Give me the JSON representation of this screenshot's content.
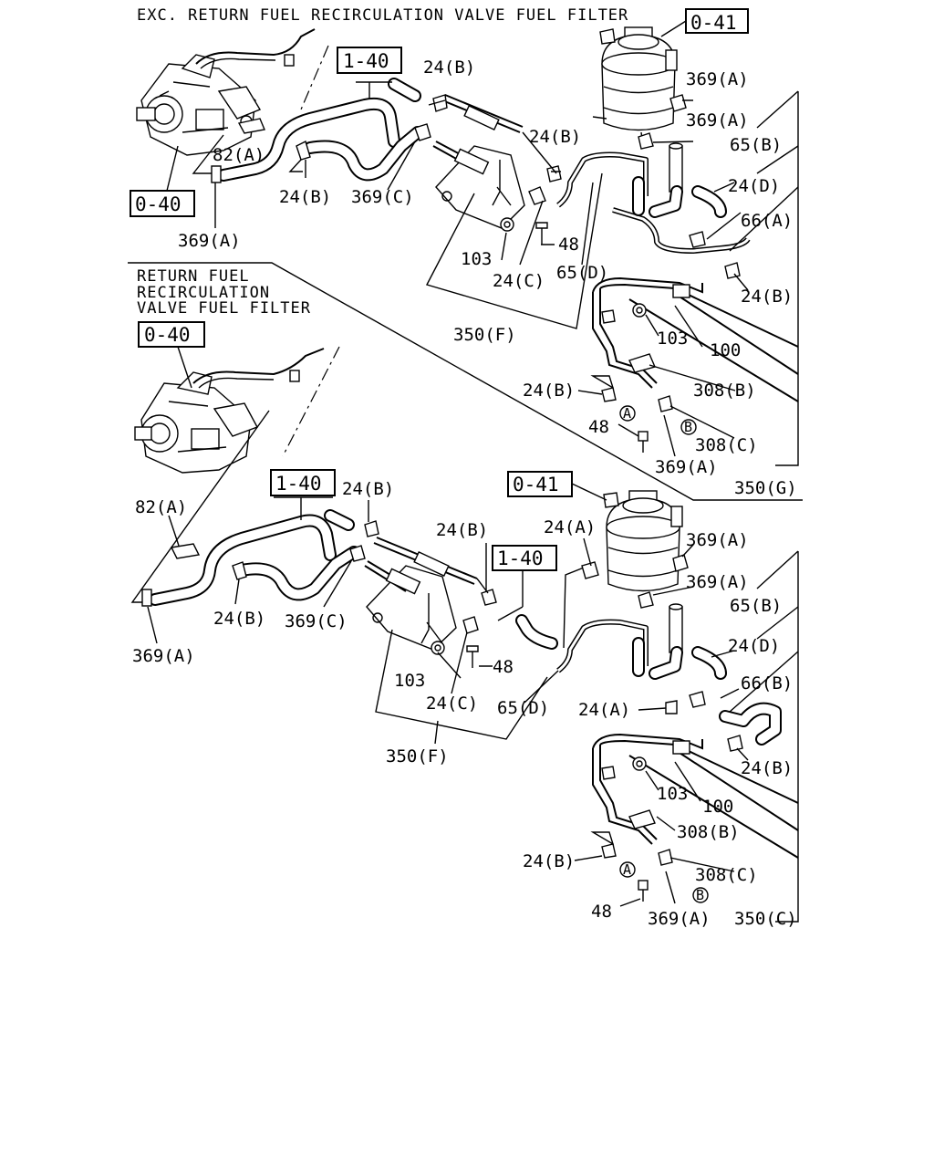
{
  "sections": {
    "top_title": "EXC. RETURN FUEL RECIRCULATION VALVE FUEL FILTER",
    "bottom_title_lines": [
      "RETURN FUEL",
      "RECIRCULATION",
      "VALVE FUEL FILTER"
    ]
  },
  "top_diagram": {
    "refs": {
      "filter": "0-41",
      "pump": "0-40",
      "hose_group": "1-40"
    },
    "labels": {
      "l_24b_a": "24(B)",
      "l_369a_a": "369(A)",
      "l_369a_b": "369(A)",
      "l_65b": "65(B)",
      "l_24b_b": "24(B)",
      "l_24d": "24(D)",
      "l_66a": "66(A)",
      "l_82a": "82(A)",
      "l_24b_c": "24(B)",
      "l_369c": "369(C)",
      "l_369a_c": "369(A)",
      "l_48_a": "48",
      "l_103_a": "103",
      "l_24c": "24(C)",
      "l_65d": "65(D)",
      "l_24b_d": "24(B)",
      "l_350f": "350(F)",
      "l_103_b": "103",
      "l_100": "100",
      "l_24b_e": "24(B)",
      "l_308b": "308(B)",
      "l_48_b": "48",
      "l_308c": "308(C)",
      "l_369a_d": "369(A)",
      "l_350g": "350(G)"
    }
  },
  "bottom_diagram": {
    "refs": {
      "pump": "0-40",
      "hose_group": "1-40",
      "filter": "0-41",
      "hose_group_2": "1-40"
    },
    "labels": {
      "l_82a": "82(A)",
      "l_24b_a": "24(B)",
      "l_24b_b": "24(B)",
      "l_24a_a": "24(A)",
      "l_369a_a": "369(A)",
      "l_369a_b": "369(A)",
      "l_65b": "65(B)",
      "l_24b_c": "24(B)",
      "l_369c": "369(C)",
      "l_48_a": "48",
      "l_369a_c": "369(A)",
      "l_103_a": "103",
      "l_24d": "24(D)",
      "l_24c": "24(C)",
      "l_65d": "65(D)",
      "l_24a_b": "24(A)",
      "l_66b": "66(B)",
      "l_350f": "350(F)",
      "l_24b_d": "24(B)",
      "l_103_b": "103",
      "l_100": "100",
      "l_308b": "308(B)",
      "l_24b_e": "24(B)",
      "l_308c": "308(C)",
      "l_48_b": "48",
      "l_369a_d": "369(A)",
      "l_350c": "350(C)"
    }
  },
  "circle_markers": {
    "a": "A",
    "b": "B"
  }
}
